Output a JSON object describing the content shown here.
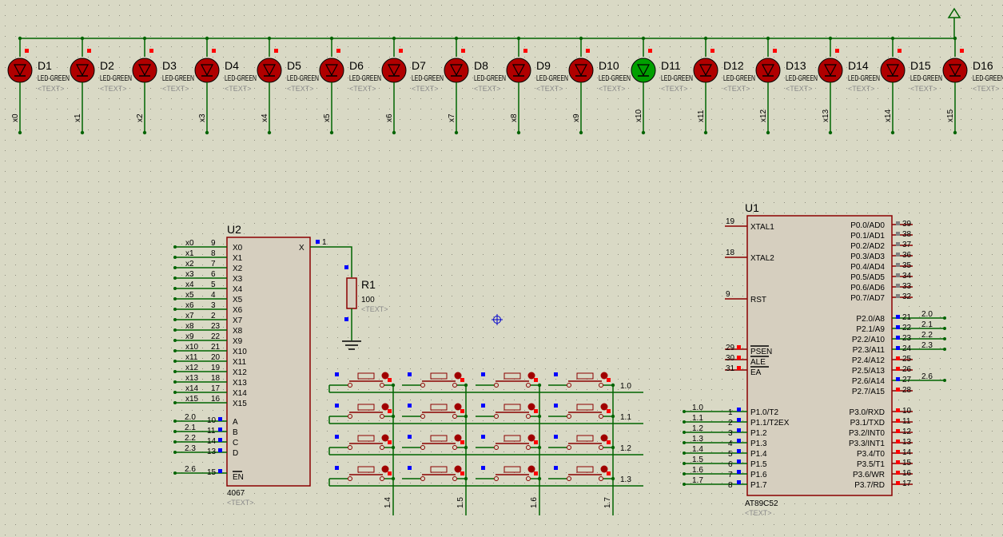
{
  "leds": [
    {
      "ref": "D1",
      "value": "LED-GREEN",
      "text": "<TEXT>",
      "net": "x0",
      "lit": false
    },
    {
      "ref": "D2",
      "value": "LED-GREEN",
      "text": "<TEXT>",
      "net": "x1",
      "lit": false
    },
    {
      "ref": "D3",
      "value": "LED-GREEN",
      "text": "<TEXT>",
      "net": "x2",
      "lit": false
    },
    {
      "ref": "D4",
      "value": "LED-GREEN",
      "text": "<TEXT>",
      "net": "x3",
      "lit": false
    },
    {
      "ref": "D5",
      "value": "LED-GREEN",
      "text": "<TEXT>",
      "net": "x4",
      "lit": false
    },
    {
      "ref": "D6",
      "value": "LED-GREEN",
      "text": "<TEXT>",
      "net": "x5",
      "lit": false
    },
    {
      "ref": "D7",
      "value": "LED-GREEN",
      "text": "<TEXT>",
      "net": "x6",
      "lit": false
    },
    {
      "ref": "D8",
      "value": "LED-GREEN",
      "text": "<TEXT>",
      "net": "x7",
      "lit": false
    },
    {
      "ref": "D9",
      "value": "LED-GREEN",
      "text": "<TEXT>",
      "net": "x8",
      "lit": false
    },
    {
      "ref": "D10",
      "value": "LED-GREEN",
      "text": "<TEXT>",
      "net": "x9",
      "lit": false
    },
    {
      "ref": "D11",
      "value": "LED-GREEN",
      "text": "<TEXT>",
      "net": "x10",
      "lit": true
    },
    {
      "ref": "D12",
      "value": "LED-GREEN",
      "text": "<TEXT>",
      "net": "x11",
      "lit": false
    },
    {
      "ref": "D13",
      "value": "LED-GREEN",
      "text": "<TEXT>",
      "net": "x12",
      "lit": false
    },
    {
      "ref": "D14",
      "value": "LED-GREEN",
      "text": "<TEXT>",
      "net": "x13",
      "lit": false
    },
    {
      "ref": "D15",
      "value": "LED-GREEN",
      "text": "<TEXT>",
      "net": "x14",
      "lit": false
    },
    {
      "ref": "D16",
      "value": "LED-GREEN",
      "text": "<TEXT>",
      "net": "x15",
      "lit": false
    }
  ],
  "u2": {
    "ref": "U2",
    "part": "4067",
    "text": "<TEXT>",
    "out_label": "X",
    "out_pin": "1",
    "pins": [
      {
        "net": "x0",
        "num": "9",
        "name": "X0"
      },
      {
        "net": "x1",
        "num": "8",
        "name": "X1"
      },
      {
        "net": "x2",
        "num": "7",
        "name": "X2"
      },
      {
        "net": "x3",
        "num": "6",
        "name": "X3"
      },
      {
        "net": "x4",
        "num": "5",
        "name": "X4"
      },
      {
        "net": "x5",
        "num": "4",
        "name": "X5"
      },
      {
        "net": "x6",
        "num": "3",
        "name": "X6"
      },
      {
        "net": "x7",
        "num": "2",
        "name": "X7"
      },
      {
        "net": "x8",
        "num": "23",
        "name": "X8"
      },
      {
        "net": "x9",
        "num": "22",
        "name": "X9"
      },
      {
        "net": "x10",
        "num": "21",
        "name": "X10"
      },
      {
        "net": "x11",
        "num": "20",
        "name": "X11"
      },
      {
        "net": "x12",
        "num": "19",
        "name": "X12"
      },
      {
        "net": "x13",
        "num": "18",
        "name": "X13"
      },
      {
        "net": "x14",
        "num": "17",
        "name": "X14"
      },
      {
        "net": "x15",
        "num": "16",
        "name": "X15"
      }
    ],
    "addr": [
      {
        "net": "2.0",
        "num": "10",
        "name": "A"
      },
      {
        "net": "2.1",
        "num": "11",
        "name": "B"
      },
      {
        "net": "2.2",
        "num": "14",
        "name": "C"
      },
      {
        "net": "2.3",
        "num": "13",
        "name": "D"
      }
    ],
    "en": {
      "net": "2.6",
      "num": "15",
      "name": "EN"
    }
  },
  "r1": {
    "ref": "R1",
    "value": "100",
    "text": "<TEXT>"
  },
  "u1": {
    "ref": "U1",
    "part": "AT89C52",
    "text": "<TEXT>",
    "left_top": [
      {
        "num": "19",
        "name": "XTAL1"
      },
      {
        "num": "18",
        "name": "XTAL2"
      },
      {
        "num": "9",
        "name": "RST"
      }
    ],
    "left_ctrl": [
      {
        "num": "29",
        "name": "PSEN"
      },
      {
        "num": "30",
        "name": "ALE"
      },
      {
        "num": "31",
        "name": "EA"
      }
    ],
    "left_p1": [
      {
        "net": "1.0",
        "num": "1",
        "name": "P1.0/T2"
      },
      {
        "net": "1.1",
        "num": "2",
        "name": "P1.1/T2EX"
      },
      {
        "net": "1.2",
        "num": "3",
        "name": "P1.2"
      },
      {
        "net": "1.3",
        "num": "4",
        "name": "P1.3"
      },
      {
        "net": "1.4",
        "num": "5",
        "name": "P1.4"
      },
      {
        "net": "1.5",
        "num": "6",
        "name": "P1.5"
      },
      {
        "net": "1.6",
        "num": "7",
        "name": "P1.6"
      },
      {
        "net": "1.7",
        "num": "8",
        "name": "P1.7"
      }
    ],
    "right_p0": [
      {
        "num": "39",
        "name": "P0.0/AD0"
      },
      {
        "num": "38",
        "name": "P0.1/AD1"
      },
      {
        "num": "37",
        "name": "P0.2/AD2"
      },
      {
        "num": "36",
        "name": "P0.3/AD3"
      },
      {
        "num": "35",
        "name": "P0.4/AD4"
      },
      {
        "num": "34",
        "name": "P0.5/AD5"
      },
      {
        "num": "33",
        "name": "P0.6/AD6"
      },
      {
        "num": "32",
        "name": "P0.7/AD7"
      }
    ],
    "right_p2": [
      {
        "num": "21",
        "name": "P2.0/A8",
        "net": "2.0"
      },
      {
        "num": "22",
        "name": "P2.1/A9",
        "net": "2.1"
      },
      {
        "num": "23",
        "name": "P2.2/A10",
        "net": "2.2"
      },
      {
        "num": "24",
        "name": "P2.3/A11",
        "net": "2.3"
      },
      {
        "num": "25",
        "name": "P2.4/A12",
        "net": ""
      },
      {
        "num": "26",
        "name": "P2.5/A13",
        "net": ""
      },
      {
        "num": "27",
        "name": "P2.6/A14",
        "net": "2.6"
      },
      {
        "num": "28",
        "name": "P2.7/A15",
        "net": ""
      }
    ],
    "right_p3": [
      {
        "num": "10",
        "name": "P3.0/RXD"
      },
      {
        "num": "11",
        "name": "P3.1/TXD"
      },
      {
        "num": "12",
        "name": "P3.2/INT0"
      },
      {
        "num": "13",
        "name": "P3.3/INT1"
      },
      {
        "num": "14",
        "name": "P3.4/T0"
      },
      {
        "num": "15",
        "name": "P3.5/T1"
      },
      {
        "num": "16",
        "name": "P3.6/WR"
      },
      {
        "num": "17",
        "name": "P3.7/RD"
      }
    ]
  },
  "keypad": {
    "row_nets": [
      "1.0",
      "1.1",
      "1.2",
      "1.3"
    ],
    "col_nets": [
      "1.4",
      "1.5",
      "1.6",
      "1.7"
    ]
  },
  "colors": {
    "wire": "#006400",
    "body": "#d6cfbf",
    "outline": "#8b0000",
    "led_off": "#b00000",
    "led_on": "#00a000",
    "pin_red": "#ff0000",
    "pin_blue": "#0000ff",
    "pin_grey": "#808080"
  }
}
